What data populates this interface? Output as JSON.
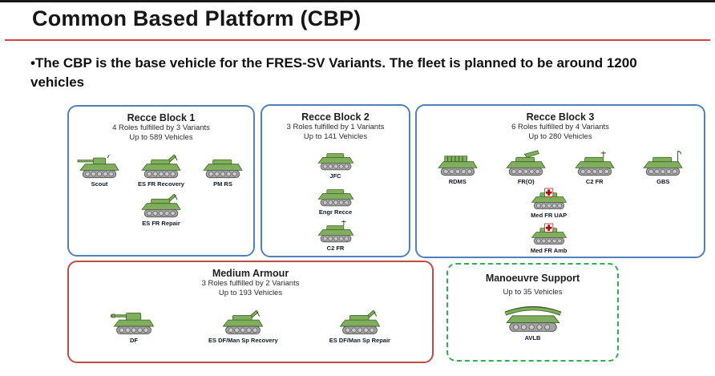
{
  "slide": {
    "title": "Common Based Platform (CBP)",
    "bullet": "•The CBP is the base vehicle for the FRES-SV Variants. The fleet is planned to be around 1200 vehicles"
  },
  "colors": {
    "blue_border": "#4f81bd",
    "red_border": "#bf4b47",
    "green_border": "#2fae54",
    "tank_green": "#7fae5c",
    "rule_red": "#cf4545",
    "medical_cross": "#c00000"
  },
  "blocks": [
    {
      "title": "Recce Block 1",
      "subtitle1": "4 Roles fulfilled by 3 Variants",
      "subtitle2": "Up to 589 Vehicles",
      "vehicles": [
        {
          "label": "Scout"
        },
        {
          "label": "ES FR Recovery"
        },
        {
          "label": "PM RS"
        },
        {
          "label": "ES FR Repair"
        }
      ]
    },
    {
      "title": "Recce Block 2",
      "subtitle1": "3 Roles fulfilled by 1 Variants",
      "subtitle2": "Up to 141 Vehicles",
      "vehicles": [
        {
          "label": "JFC"
        },
        {
          "label": "Engr Recce"
        },
        {
          "label": "C2 FR"
        }
      ]
    },
    {
      "title": "Recce Block 3",
      "subtitle1": "6 Roles fulfilled by 4 Variants",
      "subtitle2": "Up to 280 Vehicles",
      "vehicles": [
        {
          "label": "RDMS"
        },
        {
          "label": "FR(O)"
        },
        {
          "label": "C2 FR"
        },
        {
          "label": "GBS"
        },
        {
          "label": "Med FR UAP"
        },
        {
          "label": "Med FR Amb"
        }
      ]
    },
    {
      "title": "Medium Armour",
      "subtitle1": "3 Roles fulfilled by 2 Variants",
      "subtitle2": "Up to 193 Vehicles",
      "vehicles": [
        {
          "label": "DF"
        },
        {
          "label": "ES DF/Man Sp Recovery"
        },
        {
          "label": "ES DF/Man Sp Repair"
        }
      ]
    },
    {
      "title": "Manoeuvre Support",
      "subtitle2": "Up to 35 Vehicles",
      "vehicles": [
        {
          "label": "AVLB"
        }
      ]
    }
  ]
}
